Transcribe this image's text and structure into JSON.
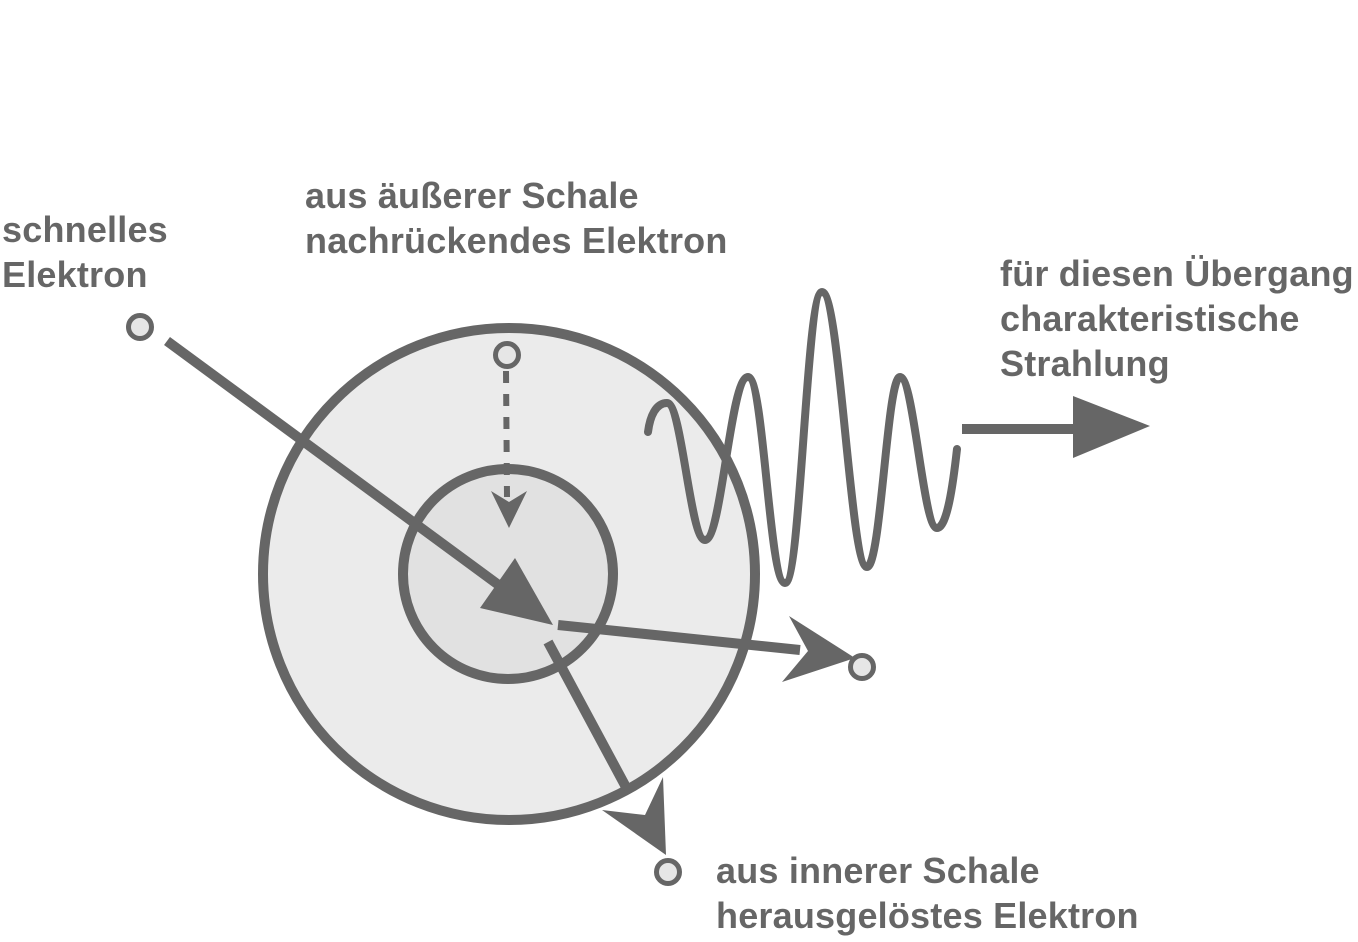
{
  "labels": {
    "fast_electron": "schnelles\nElektron",
    "outer_shell_electron": "aus äußerer Schale\nnachrückendes Elektron",
    "radiation": "für diesen Übergang\ncharakteristische\nStrahlung",
    "inner_shell_electron": "aus innerer Schale\nherausgelöstes Elektron"
  },
  "colors": {
    "stroke": "#666666",
    "text": "#666666",
    "outer_shell_fill": "#ebebeb",
    "inner_shell_fill": "#e1e1e1",
    "electron_fill": "#e6e6e6",
    "background": "#ffffff"
  }
}
